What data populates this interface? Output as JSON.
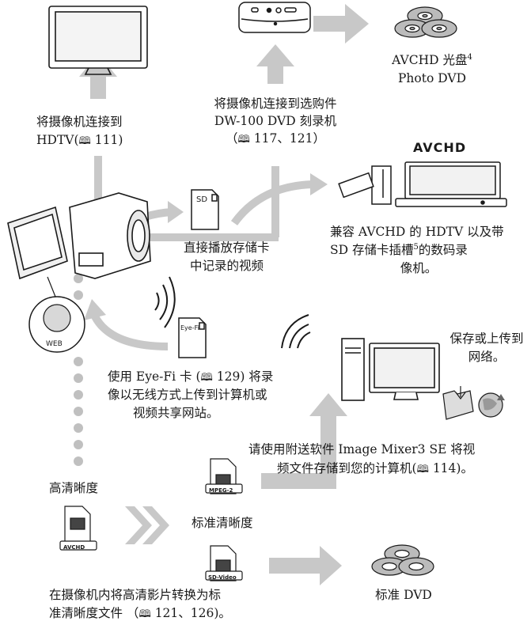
{
  "colors": {
    "arrow": "#c8c8c8",
    "dot": "#c0c0c0",
    "line": "#1a1a1a",
    "screen": "#f2f2f2"
  },
  "book_icon": "book-reference-icon",
  "labels": {
    "hdtv_l1": "将摄像机连接到",
    "hdtv_pre": "HDTV(",
    "hdtv_ref": " 111)",
    "dw_l1": "将摄像机连接到选购件",
    "dw_l2": "DW-100 DVD 刻录机",
    "dw_ref_pre": "（",
    "dw_ref": " 117、121）",
    "avchd_disc_l1": "AVCHD 光盘",
    "avchd_disc_sup": "4",
    "avchd_disc_l2": "Photo DVD",
    "compat_l1": "兼容 AVCHD 的 HDTV 以及带",
    "compat_l2a": "SD 存储卡插槽",
    "compat_sup": "5",
    "compat_l2b": "的数码录",
    "compat_l3": "像机。",
    "sdplay_l1": "直接播放存储卡",
    "sdplay_l2": "中记录的视频",
    "eyefi_l1a": "使用 Eye-Fi 卡 (",
    "eyefi_l1b": " 129) 将录",
    "eyefi_l2": "像以无线方式上传到计算机或",
    "eyefi_l3": "视频共享网站。",
    "save_l1": "保存或上传到",
    "save_l2": "网络。",
    "pc_l1": "请使用附送软件 Image Mixer3 SE 将视",
    "pc_l2a": "频文件存储到您的计算机(",
    "pc_l2b": " 114)。",
    "hd": "高清晰度",
    "sd": "标准清晰度",
    "convert_l1": "在摄像机内将高清影片转换为标",
    "convert_l2a": "准清晰度文件 （",
    "convert_l2b": " 121、126)。",
    "std_dvd": "标准 DVD",
    "logo": "AVCHD",
    "web_button": "WEB",
    "sd_card": "SD",
    "eyefi_card": "Eye-Fi",
    "badge_avchd": "AVCHD",
    "badge_mpeg2": "MPEG-2",
    "badge_sdvideo": "SD-Video"
  }
}
